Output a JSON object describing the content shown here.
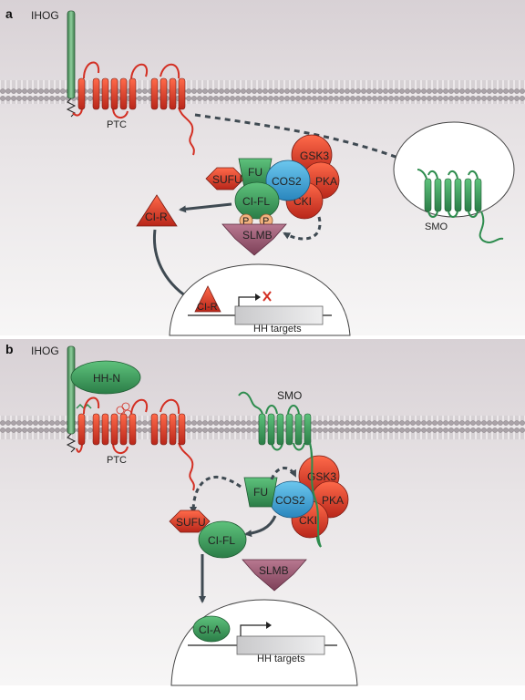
{
  "panel_a": {
    "letter": "a",
    "ihog": "IHOG",
    "ptc": "PTC",
    "smo": "SMO",
    "gsk3": "GSK3",
    "fu": "FU",
    "cos2": "COS2",
    "pka": "PKA",
    "sufu": "SUFU",
    "cifl": "CI-FL",
    "cki": "CKI",
    "p": "P",
    "slmb": "SLMB",
    "cir": "CI-R",
    "cir_promoter": "CI-R",
    "targets": "HH targets"
  },
  "panel_b": {
    "letter": "b",
    "ihog": "IHOG",
    "hhn": "HH-N",
    "ptc": "PTC",
    "smo": "SMO",
    "fu": "FU",
    "gsk3": "GSK3",
    "cos2": "COS2",
    "pka": "PKA",
    "cki": "CKI",
    "sufu": "SUFU",
    "cifl": "CI-FL",
    "slmb": "SLMB",
    "cia": "CI-A",
    "targets": "HH targets"
  },
  "colors": {
    "membrane_band": "#b9b3b7",
    "red_protein": "#d9452b",
    "green_protein": "#3d9e5e",
    "blue_protein": "#3aa6d8",
    "purple_protein": "#9b5a73",
    "orange_protein": "#e0532c"
  }
}
